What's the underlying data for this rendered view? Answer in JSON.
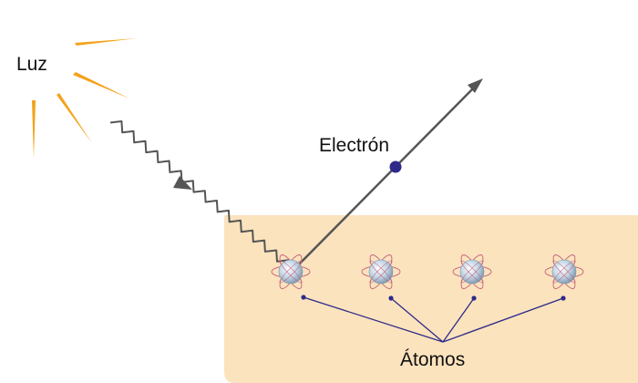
{
  "labels": {
    "light": "Luz",
    "electron": "Electrón",
    "atoms": "Átomos"
  },
  "colors": {
    "material": "#fbe3bd",
    "light_rays": "#f4a21a",
    "photon_wave": "#555555",
    "electron": "#2e2a8a",
    "electron_path": "#555555",
    "atom_leaders": "#2e2a8a",
    "atom_sphere": "#b9cfe0",
    "atom_orbit": "#c4607a"
  },
  "icons": {
    "light_source": "sun-rays-icon",
    "atom": "atom-icon"
  },
  "atoms_count": 4
}
